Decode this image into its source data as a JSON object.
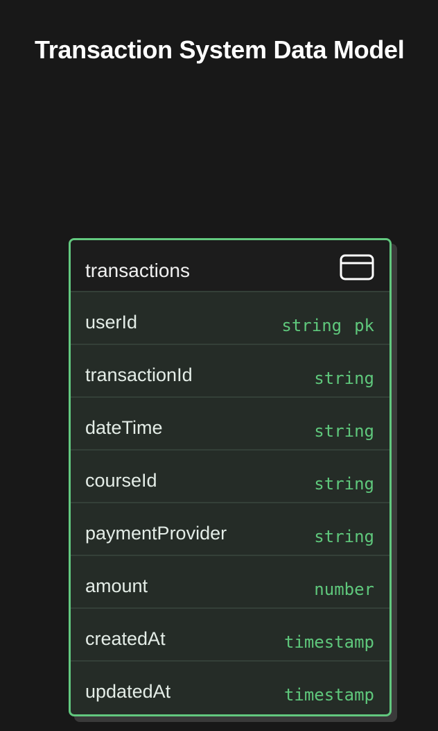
{
  "title": "Transaction System Data Model",
  "table": {
    "name": "transactions",
    "icon": "credit-card-icon",
    "fields": [
      {
        "name": "userId",
        "type": "string",
        "key": "pk"
      },
      {
        "name": "transactionId",
        "type": "string",
        "key": ""
      },
      {
        "name": "dateTime",
        "type": "string",
        "key": ""
      },
      {
        "name": "courseId",
        "type": "string",
        "key": ""
      },
      {
        "name": "paymentProvider",
        "type": "string",
        "key": ""
      },
      {
        "name": "amount",
        "type": "number",
        "key": ""
      },
      {
        "name": "createdAt",
        "type": "timestamp",
        "key": ""
      },
      {
        "name": "updatedAt",
        "type": "timestamp",
        "key": ""
      }
    ]
  },
  "colors": {
    "background": "#181818",
    "accent": "#62c87f",
    "header": "#1c1c1c",
    "body": "#252c27"
  }
}
